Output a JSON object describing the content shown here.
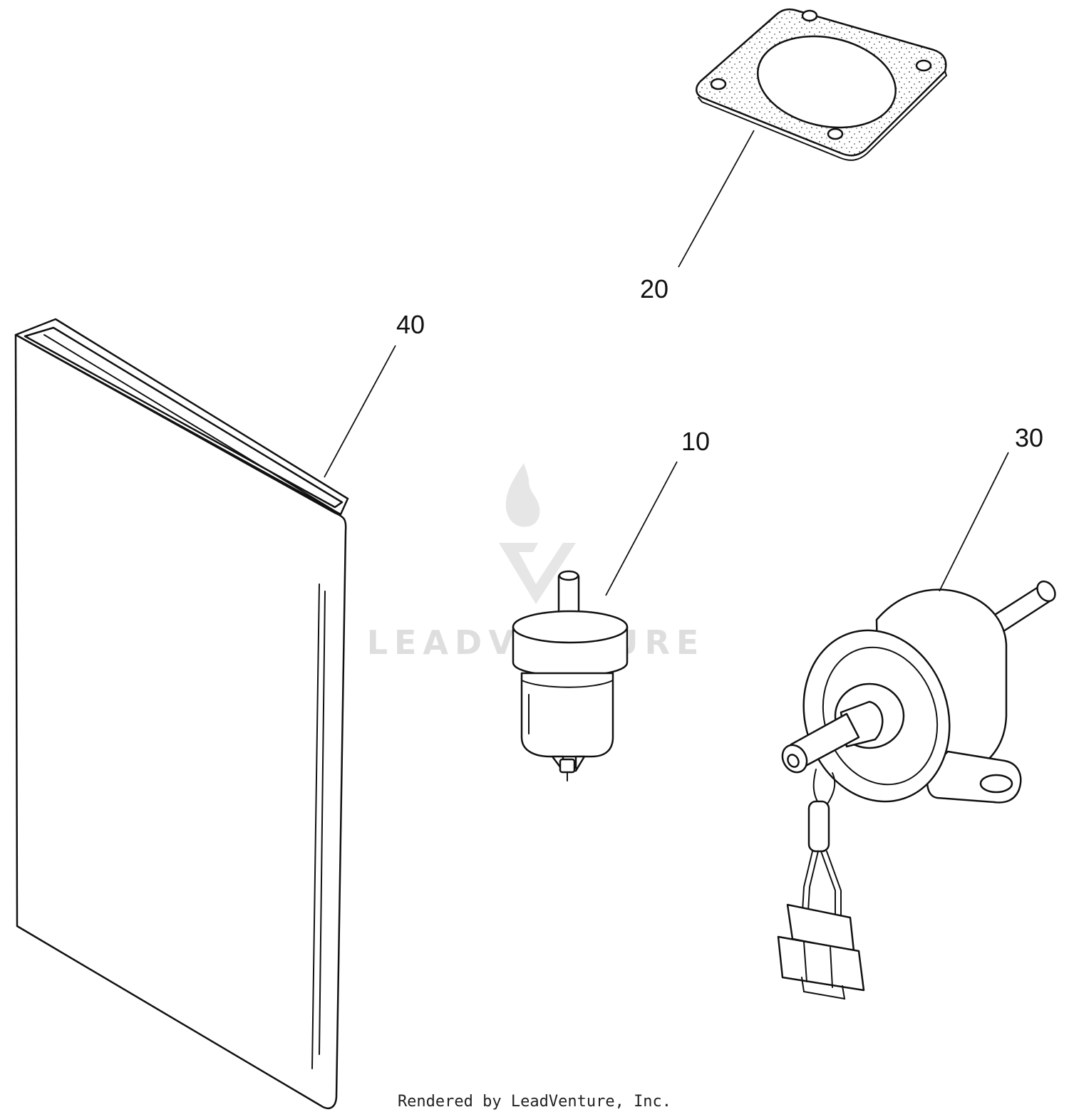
{
  "diagram": {
    "callouts": {
      "c10": "10",
      "c20": "20",
      "c30": "30",
      "c40": "40"
    },
    "watermark": "LEADVENTURE",
    "credit": "Rendered by LeadVenture, Inc."
  },
  "colors": {
    "line": "#111111",
    "background": "#ffffff",
    "watermark": "#dedede"
  }
}
